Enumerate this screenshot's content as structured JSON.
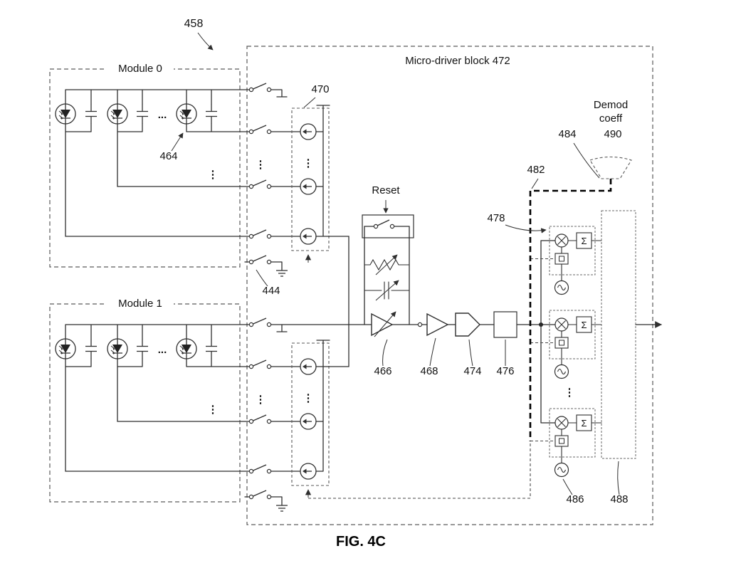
{
  "figure": {
    "caption": "FIG. 4C",
    "labels": {
      "module0": "Module 0",
      "module1": "Module 1",
      "micro_driver_block": "Micro-driver block 472",
      "reset": "Reset",
      "demod_line1": "Demod",
      "demod_line2": "coeff"
    },
    "refs": {
      "r458": "458",
      "r444": "444",
      "r464": "464",
      "r466": "466",
      "r468": "468",
      "r470": "470",
      "r474": "474",
      "r476": "476",
      "r478": "478",
      "r482": "482",
      "r484": "484",
      "r486": "486",
      "r488": "488",
      "r490": "490"
    },
    "symbols": {
      "sigma": "Σ",
      "ellipsis_h": "...",
      "ellipsis_v": "⋮"
    }
  }
}
